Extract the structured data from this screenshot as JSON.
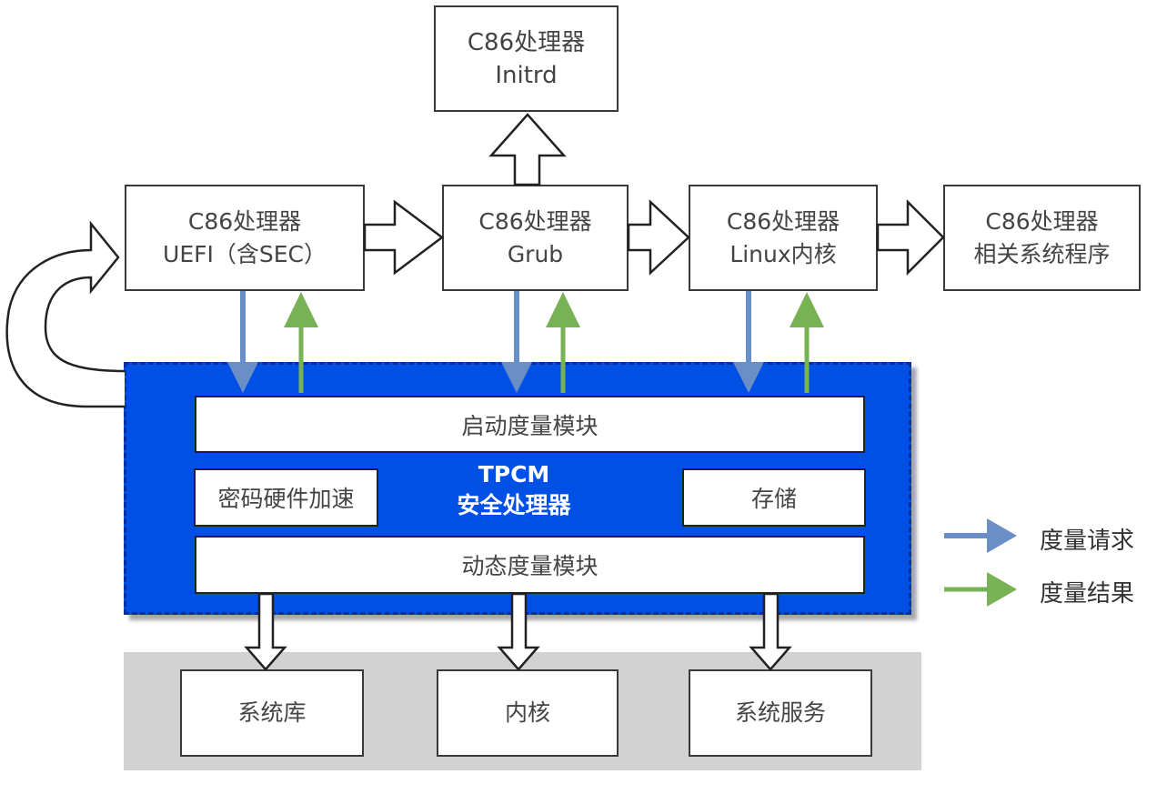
{
  "nodes": {
    "initrd": {
      "line1": "C86处理器",
      "line2": "Initrd"
    },
    "uefi": {
      "line1": "C86处理器",
      "line2": "UEFI（含SEC）"
    },
    "grub": {
      "line1": "C86处理器",
      "line2": "Grub"
    },
    "linux": {
      "line1": "C86处理器",
      "line2": "Linux内核"
    },
    "system_programs": {
      "line1": "C86处理器",
      "line2": "相关系统程序"
    }
  },
  "tpcm": {
    "title_line1": "TPCM",
    "title_line2": "安全处理器",
    "boot_measure": "启动度量模块",
    "crypto": "密码硬件加速",
    "storage": "存储",
    "dynamic_measure": "动态度量模块"
  },
  "targets": [
    "系统库",
    "内核",
    "系统服务"
  ],
  "legend": {
    "request": {
      "label": "度量请求",
      "color": "#6a8fc7"
    },
    "result": {
      "label": "度量结果",
      "color": "#77b255"
    }
  },
  "colors": {
    "tpcm_fill": "#0050e6",
    "tpcm_border": "#0a2fa0",
    "band_fill": "#d2d2d2"
  }
}
